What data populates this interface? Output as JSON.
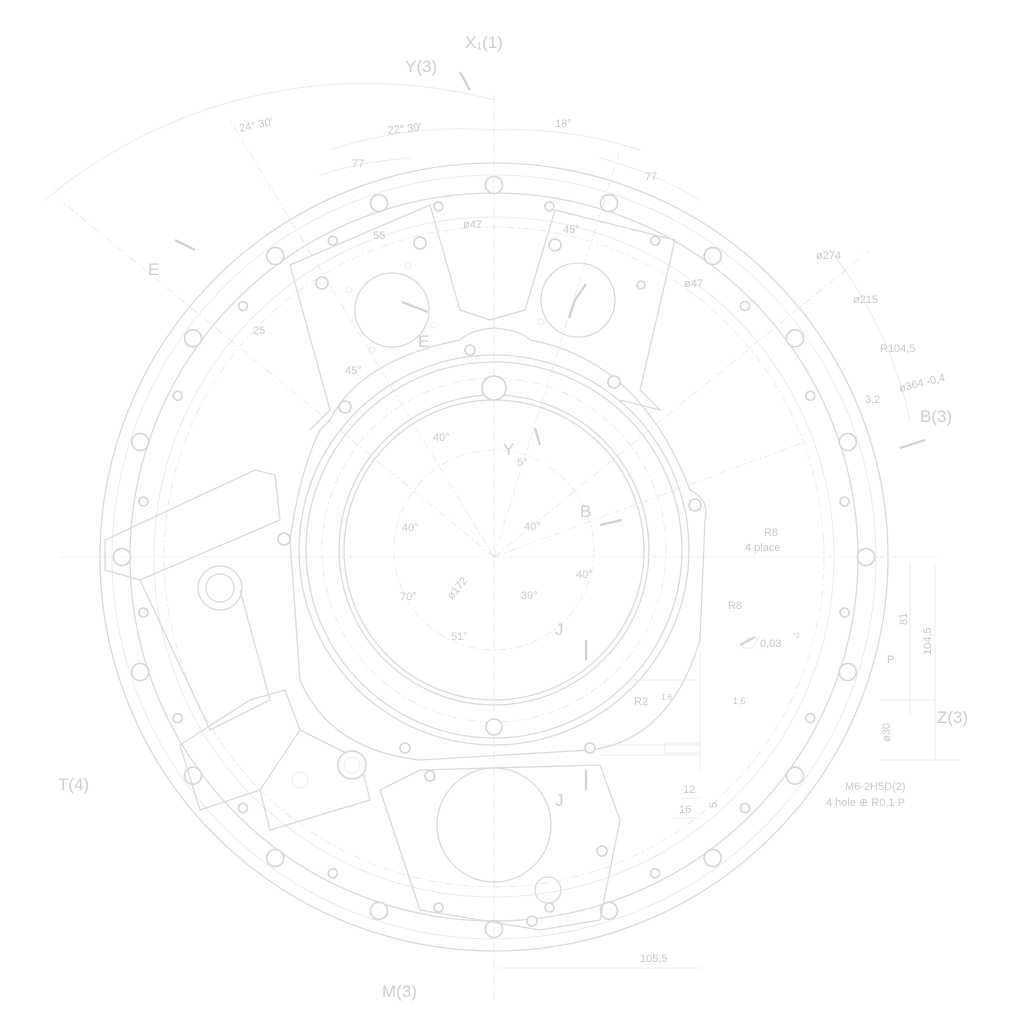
{
  "drawing": {
    "section_labels": {
      "x1": "X₁(1)",
      "y3": "Y(3)",
      "e": "E",
      "e_inner": "E",
      "b3": "B(3)",
      "b": "B",
      "y": "Y",
      "z3": "Z(3)",
      "t4": "T(4)",
      "m3": "M(3)",
      "j_upper": "J",
      "j_lower": "J",
      "p": "P"
    },
    "dimensions": {
      "a24_30": "24° 30′",
      "a22_30": "22° 30′",
      "a18": "18°",
      "l77_left": "77",
      "l77_right": "77",
      "l55": "55",
      "d47_left": "ø47",
      "d47_right": "ø47",
      "a45_right": "45°",
      "a45_left": "45°",
      "d274": "ø274",
      "d215": "ø215",
      "r104": "R104,5",
      "d364": "ø364 -0,4",
      "v3_2": "3,2",
      "l25": "25",
      "a40_top": "40°",
      "a5": "5°",
      "a40_left": "40°",
      "a40_mid": "40°",
      "a40_right": "40°",
      "a70": "70°",
      "d172": "ø172",
      "a39": "39°",
      "a51": "51°",
      "r8_place": "R8",
      "place4": "4  place",
      "r8": "R8",
      "flatness": "0,03",
      "flat_sup": "*2",
      "r2": "R2",
      "rough1": "1,6",
      "rough2": "1,6",
      "l81": "81",
      "l104_5": "104,5",
      "d30": "ø30",
      "l12": "12",
      "l16": "16",
      "l5": "5",
      "l105_5": "105,5"
    },
    "notes": {
      "thread": "M6-2H5D(2)",
      "holes": "4  hole  ⊕  R0,1 P"
    }
  }
}
